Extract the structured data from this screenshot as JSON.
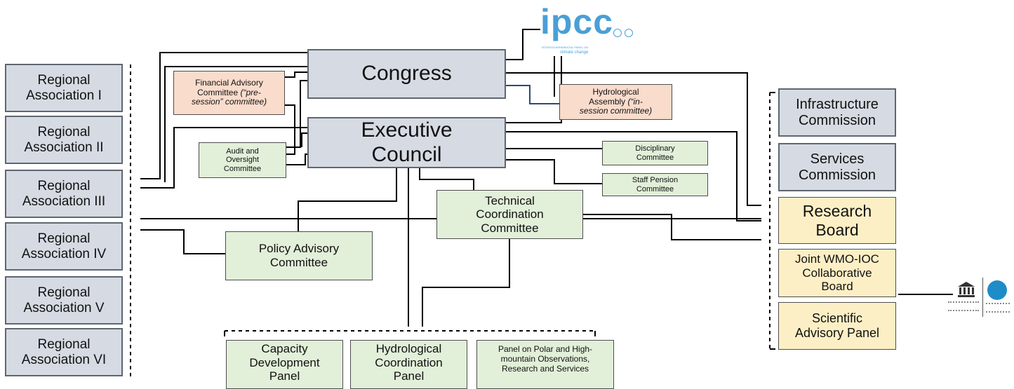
{
  "ipcc": {
    "logo_text": "ipcc",
    "tagline_1": "INTERGOVERNMENTAL PANEL ON",
    "tagline_2": "climate change"
  },
  "congress": "Congress",
  "executive_council": [
    "Executive",
    "Council"
  ],
  "financial_advisory": {
    "line1": "Financial Advisory",
    "line2": "Committee ",
    "italic_a": "(“pre-",
    "italic_b": "session” committee)"
  },
  "hydrological_assembly": {
    "line1": "Hydrological",
    "line2": "Assembly ",
    "italic_a": "(“in-",
    "italic_b": "session committee)"
  },
  "audit": [
    "Audit and",
    "Oversight",
    "Committee"
  ],
  "disciplinary": [
    "Disciplinary",
    "Committee"
  ],
  "staff_pension": [
    "Staff Pension",
    "Committee"
  ],
  "technical_coordination": [
    "Technical",
    "Coordination",
    "Committee"
  ],
  "policy_advisory": [
    "Policy Advisory",
    "Committee"
  ],
  "regional_associations": [
    [
      "Regional",
      "Association I"
    ],
    [
      "Regional",
      "Association II"
    ],
    [
      "Regional",
      "Association III"
    ],
    [
      "Regional",
      "Association IV"
    ],
    [
      "Regional",
      "Association V"
    ],
    [
      "Regional",
      "Association VI"
    ]
  ],
  "infrastructure": [
    "Infrastructure",
    "Commission"
  ],
  "services": [
    "Services",
    "Commission"
  ],
  "research_board": [
    "Research",
    "Board"
  ],
  "joint_board": [
    "Joint WMO-IOC",
    "Collaborative",
    "Board"
  ],
  "scientific_panel": [
    "Scientific",
    "Advisory Panel"
  ],
  "capacity_panel": [
    "Capacity",
    "Development",
    "Panel"
  ],
  "hydro_coord_panel": [
    "Hydrological",
    "Coordination",
    "Panel"
  ],
  "polar_panel": [
    "Panel on Polar and High-",
    "mountain Observations,",
    "Research and Services"
  ],
  "colors": {
    "grey_box": "#d6dbe3",
    "green_box": "#e2efd9",
    "orange_box": "#fadccc",
    "yellow_box": "#fdefc5",
    "ipcc_blue": "#4a9fd6"
  }
}
